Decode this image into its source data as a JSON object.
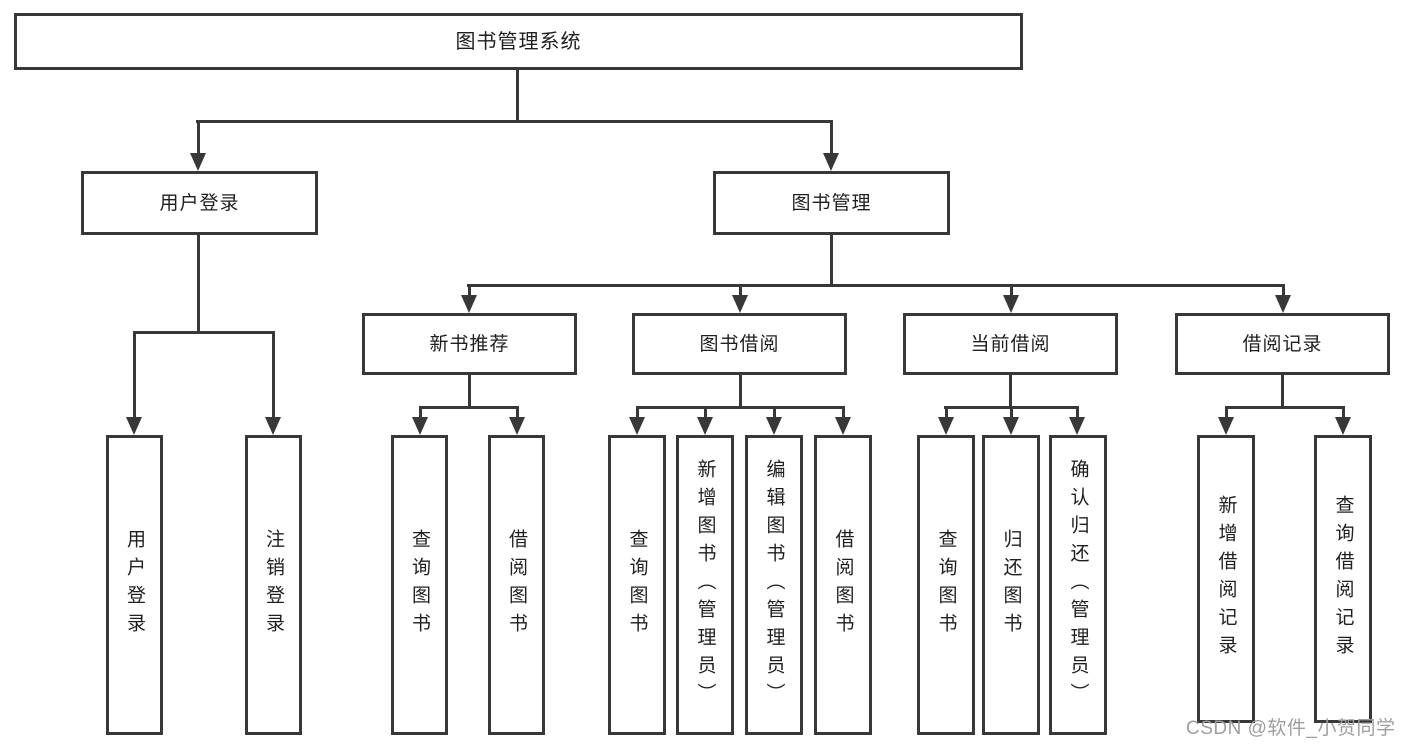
{
  "tree": {
    "root": {
      "label": "图书管理系统"
    },
    "children": [
      {
        "label": "用户登录",
        "children": [
          {
            "label": "用户登录"
          },
          {
            "label": "注销登录"
          }
        ]
      },
      {
        "label": "图书管理",
        "children": [
          {
            "label": "新书推荐",
            "children": [
              {
                "label": "查询图书"
              },
              {
                "label": "借阅图书"
              }
            ]
          },
          {
            "label": "图书借阅",
            "children": [
              {
                "label": "查询图书"
              },
              {
                "label": "新增图书（管理员）"
              },
              {
                "label": "编辑图书（管理员）"
              },
              {
                "label": "借阅图书"
              }
            ]
          },
          {
            "label": "当前借阅",
            "children": [
              {
                "label": "查询图书"
              },
              {
                "label": "归还图书"
              },
              {
                "label": "确认归还（管理员）"
              }
            ]
          },
          {
            "label": "借阅记录",
            "children": [
              {
                "label": "新增借阅记录"
              },
              {
                "label": "查询借阅记录"
              }
            ]
          }
        ]
      }
    ]
  },
  "watermark": {
    "text": "CSDN @软件_小贺同学"
  },
  "colors": {
    "line": "#383838",
    "text": "#1f1f1f",
    "watermark": "#9e9e9e",
    "background": "#ffffff"
  }
}
